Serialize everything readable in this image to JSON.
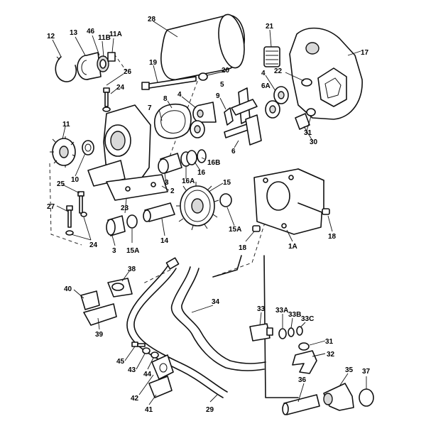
{
  "callouts": [
    {
      "id": "c12",
      "text": "12"
    },
    {
      "id": "c13",
      "text": "13"
    },
    {
      "id": "c46",
      "text": "46"
    },
    {
      "id": "c11b",
      "text": "11B"
    },
    {
      "id": "c11a",
      "text": "11A"
    },
    {
      "id": "c26",
      "text": "26"
    },
    {
      "id": "c28",
      "text": "28"
    },
    {
      "id": "c21",
      "text": "21"
    },
    {
      "id": "c17",
      "text": "17"
    },
    {
      "id": "c19",
      "text": "19"
    },
    {
      "id": "c20",
      "text": "20"
    },
    {
      "id": "c22",
      "text": "22"
    },
    {
      "id": "c24a",
      "text": "24"
    },
    {
      "id": "c4a",
      "text": "4"
    },
    {
      "id": "c4b",
      "text": "4"
    },
    {
      "id": "c5",
      "text": "5"
    },
    {
      "id": "c6a",
      "text": "6A"
    },
    {
      "id": "c8",
      "text": "8"
    },
    {
      "id": "c9",
      "text": "9"
    },
    {
      "id": "c7",
      "text": "7"
    },
    {
      "id": "c31a",
      "text": "31"
    },
    {
      "id": "c30",
      "text": "30"
    },
    {
      "id": "c11",
      "text": "11"
    },
    {
      "id": "c6",
      "text": "6"
    },
    {
      "id": "c16b",
      "text": "16B"
    },
    {
      "id": "c10",
      "text": "10"
    },
    {
      "id": "c16a",
      "text": "16A"
    },
    {
      "id": "c16",
      "text": "16"
    },
    {
      "id": "c3a",
      "text": "3"
    },
    {
      "id": "c25",
      "text": "25"
    },
    {
      "id": "c2",
      "text": "2"
    },
    {
      "id": "c15a",
      "text": "15"
    },
    {
      "id": "c27",
      "text": "27"
    },
    {
      "id": "c23",
      "text": "23"
    },
    {
      "id": "c15b",
      "text": "15A"
    },
    {
      "id": "c18a",
      "text": "18"
    },
    {
      "id": "c24b",
      "text": "24"
    },
    {
      "id": "c3b",
      "text": "3"
    },
    {
      "id": "c15c",
      "text": "15A"
    },
    {
      "id": "c14",
      "text": "14"
    },
    {
      "id": "c18b",
      "text": "18"
    },
    {
      "id": "c1a",
      "text": "1A"
    },
    {
      "id": "c38",
      "text": "38"
    },
    {
      "id": "c40",
      "text": "40"
    },
    {
      "id": "c34",
      "text": "34"
    },
    {
      "id": "c33",
      "text": "33"
    },
    {
      "id": "c33a",
      "text": "33A"
    },
    {
      "id": "c33b",
      "text": "33B"
    },
    {
      "id": "c33c",
      "text": "33C"
    },
    {
      "id": "c39",
      "text": "39"
    },
    {
      "id": "c31b",
      "text": "31"
    },
    {
      "id": "c45",
      "text": "45"
    },
    {
      "id": "c32",
      "text": "32"
    },
    {
      "id": "c43",
      "text": "43"
    },
    {
      "id": "c44",
      "text": "44"
    },
    {
      "id": "c35",
      "text": "35"
    },
    {
      "id": "c37",
      "text": "37"
    },
    {
      "id": "c42",
      "text": "42"
    },
    {
      "id": "c36",
      "text": "36"
    },
    {
      "id": "c41",
      "text": "41"
    },
    {
      "id": "c29",
      "text": "29"
    }
  ]
}
